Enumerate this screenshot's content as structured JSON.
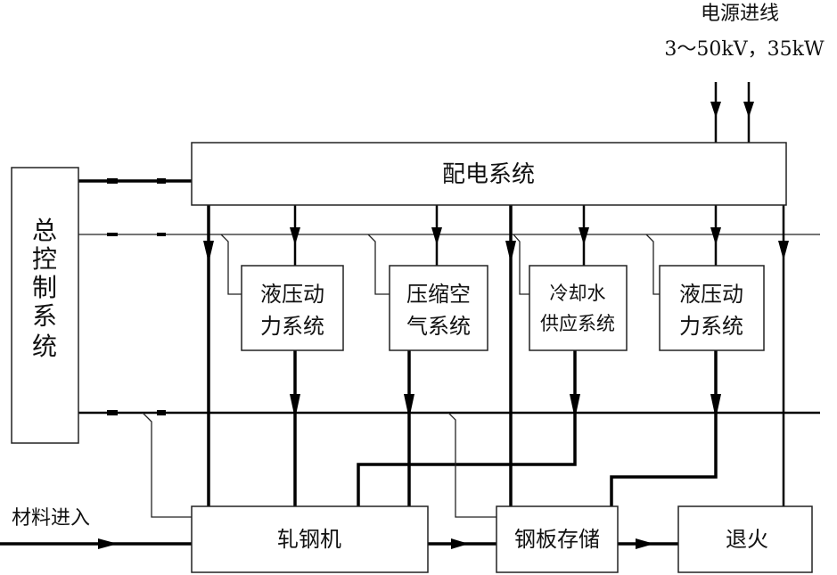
{
  "power_input": {
    "title": "电源进线",
    "spec": "3～50kV，35kW"
  },
  "distribution": {
    "label": "配电系统"
  },
  "control": {
    "chars": [
      "总",
      "控",
      "制",
      "系",
      "统"
    ]
  },
  "subsystems": [
    {
      "line1": "液压动",
      "line2": "力系统"
    },
    {
      "line1": "压缩空",
      "line2": "气系统"
    },
    {
      "line1": "冷却水",
      "line2": "供应系统"
    },
    {
      "line1": "液压动",
      "line2": "力系统"
    }
  ],
  "process": [
    {
      "label": "轧钢机"
    },
    {
      "label": "钢板存储"
    },
    {
      "label": "退火"
    }
  ],
  "material_in": {
    "label": "材料进入"
  }
}
